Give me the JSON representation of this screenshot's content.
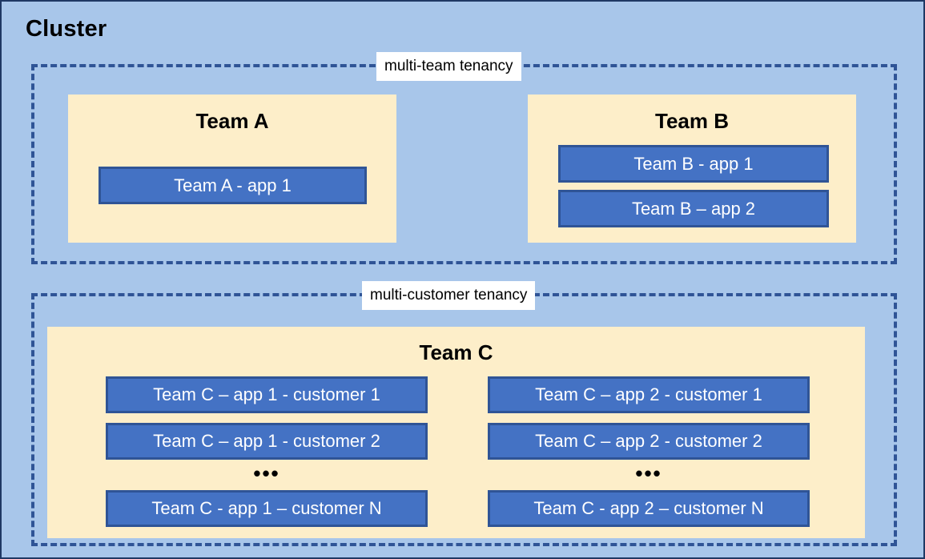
{
  "diagram": {
    "title": "Cluster",
    "background_color": "#a8c6ea",
    "border_color": "#1f3864",
    "team_box_color": "#fdeec9",
    "app_chip_color": "#4472c4",
    "app_chip_border_color": "#2f5496",
    "dashed_region_color": "#2f5496",
    "ellipsis": "•••"
  },
  "regions": [
    {
      "id": "multi-team",
      "label": "multi-team tenancy",
      "teams": [
        {
          "id": "team-a",
          "heading": "Team A",
          "apps": [
            {
              "label": "Team A - app 1"
            }
          ]
        },
        {
          "id": "team-b",
          "heading": "Team B",
          "apps": [
            {
              "label": "Team B - app 1"
            },
            {
              "label": "Team B – app 2"
            }
          ]
        }
      ]
    },
    {
      "id": "multi-customer",
      "label": "multi-customer tenancy",
      "teams": [
        {
          "id": "team-c",
          "heading": "Team C",
          "columns": [
            {
              "id": "app-1",
              "apps": [
                {
                  "label": "Team C – app 1 - customer 1"
                },
                {
                  "label": "Team C – app 1 - customer 2"
                },
                {
                  "label": "Team C - app 1 – customer N"
                }
              ]
            },
            {
              "id": "app-2",
              "apps": [
                {
                  "label": "Team C – app 2 - customer 1"
                },
                {
                  "label": "Team C – app 2 - customer 2"
                },
                {
                  "label": "Team C - app 2 – customer N"
                }
              ]
            }
          ]
        }
      ]
    }
  ]
}
